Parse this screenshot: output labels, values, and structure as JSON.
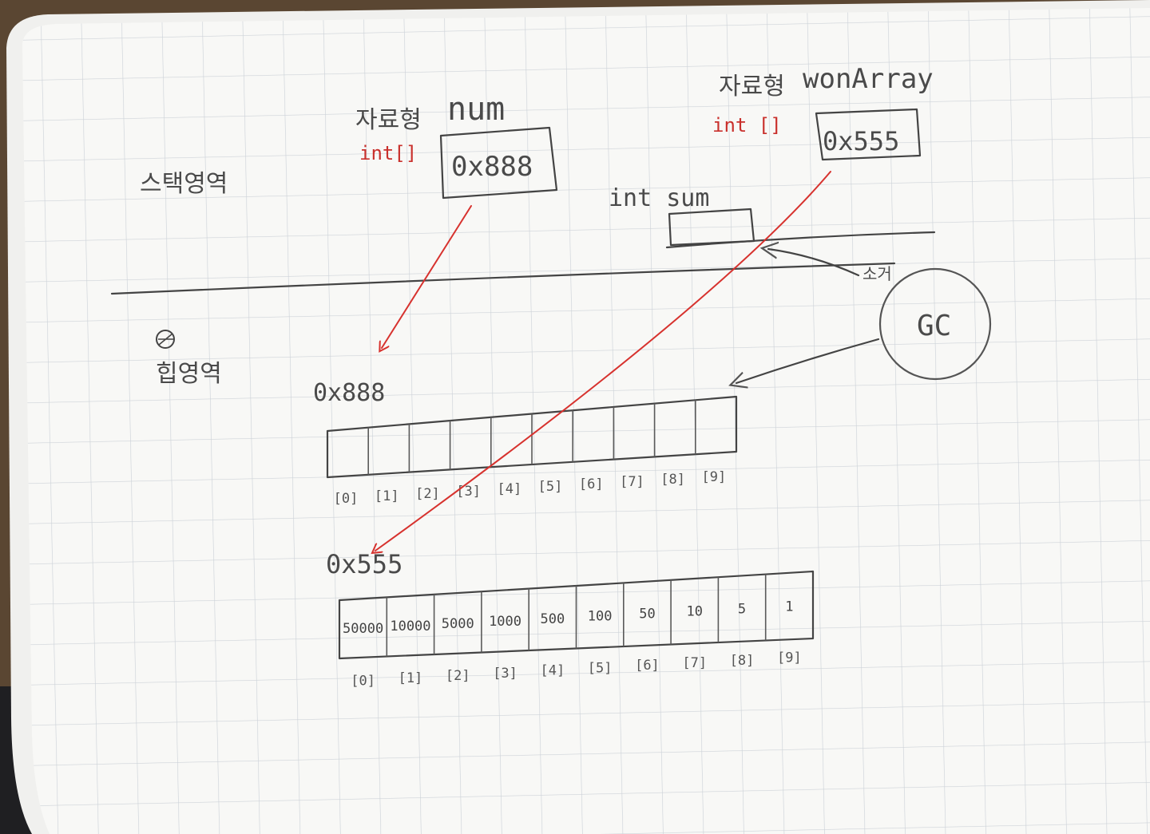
{
  "stack": {
    "label": "스택영역",
    "num": {
      "type": "int[]",
      "kind": "자료형",
      "name": "num",
      "address": "0x888"
    },
    "wonArray": {
      "type": "int []",
      "kind": "자료형",
      "name": "wonArray",
      "address": "0x555"
    },
    "sum": {
      "label": "int sum"
    }
  },
  "heap": {
    "label": "힙영역",
    "numArray": {
      "address": "0x888",
      "indices": [
        "[0]",
        "[1]",
        "[2]",
        "[3]",
        "[4]",
        "[5]",
        "[6]",
        "[7]",
        "[8]",
        "[9]"
      ]
    },
    "wonArray": {
      "address": "0x555",
      "values": [
        "50000",
        "10000",
        "5000",
        "1000",
        "500",
        "100",
        "50",
        "10",
        "5",
        "1"
      ],
      "indices": [
        "[0]",
        "[1]",
        "[2]",
        "[3]",
        "[4]",
        "[5]",
        "[6]",
        "[7]",
        "[8]",
        "[9]"
      ]
    }
  },
  "gc": {
    "label": "GC",
    "note": "소거"
  },
  "colors": {
    "pencil": "#4a4a4a",
    "red_ink": "#c9302c",
    "paper": "#f7f7f5",
    "grid": "#cfd3d8"
  }
}
